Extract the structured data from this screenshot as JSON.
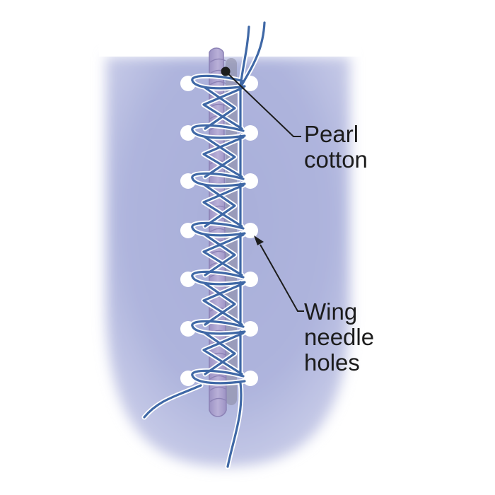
{
  "labels": {
    "pearl_cotton": {
      "line1": "Pearl",
      "line2": "cotton"
    },
    "wing_needle_holes": {
      "line1": "Wing",
      "line2": "needle",
      "line3": "holes"
    }
  },
  "colors": {
    "fabric": "#aeb4dd",
    "fabric_edge": "#ffffff",
    "pearl_cotton": "#b1a7d1",
    "pearl_cotton_dark": "#8c82b5",
    "thread": "#3f68a6",
    "thread_outline": "#ffffff",
    "shadow": "#8e8ea6",
    "hole": "#ffffff",
    "leader": "#1c1c1c"
  },
  "icons": {
    "pearl_cotton_marker": "dot",
    "wing_needle_pointer": "arrowhead"
  }
}
